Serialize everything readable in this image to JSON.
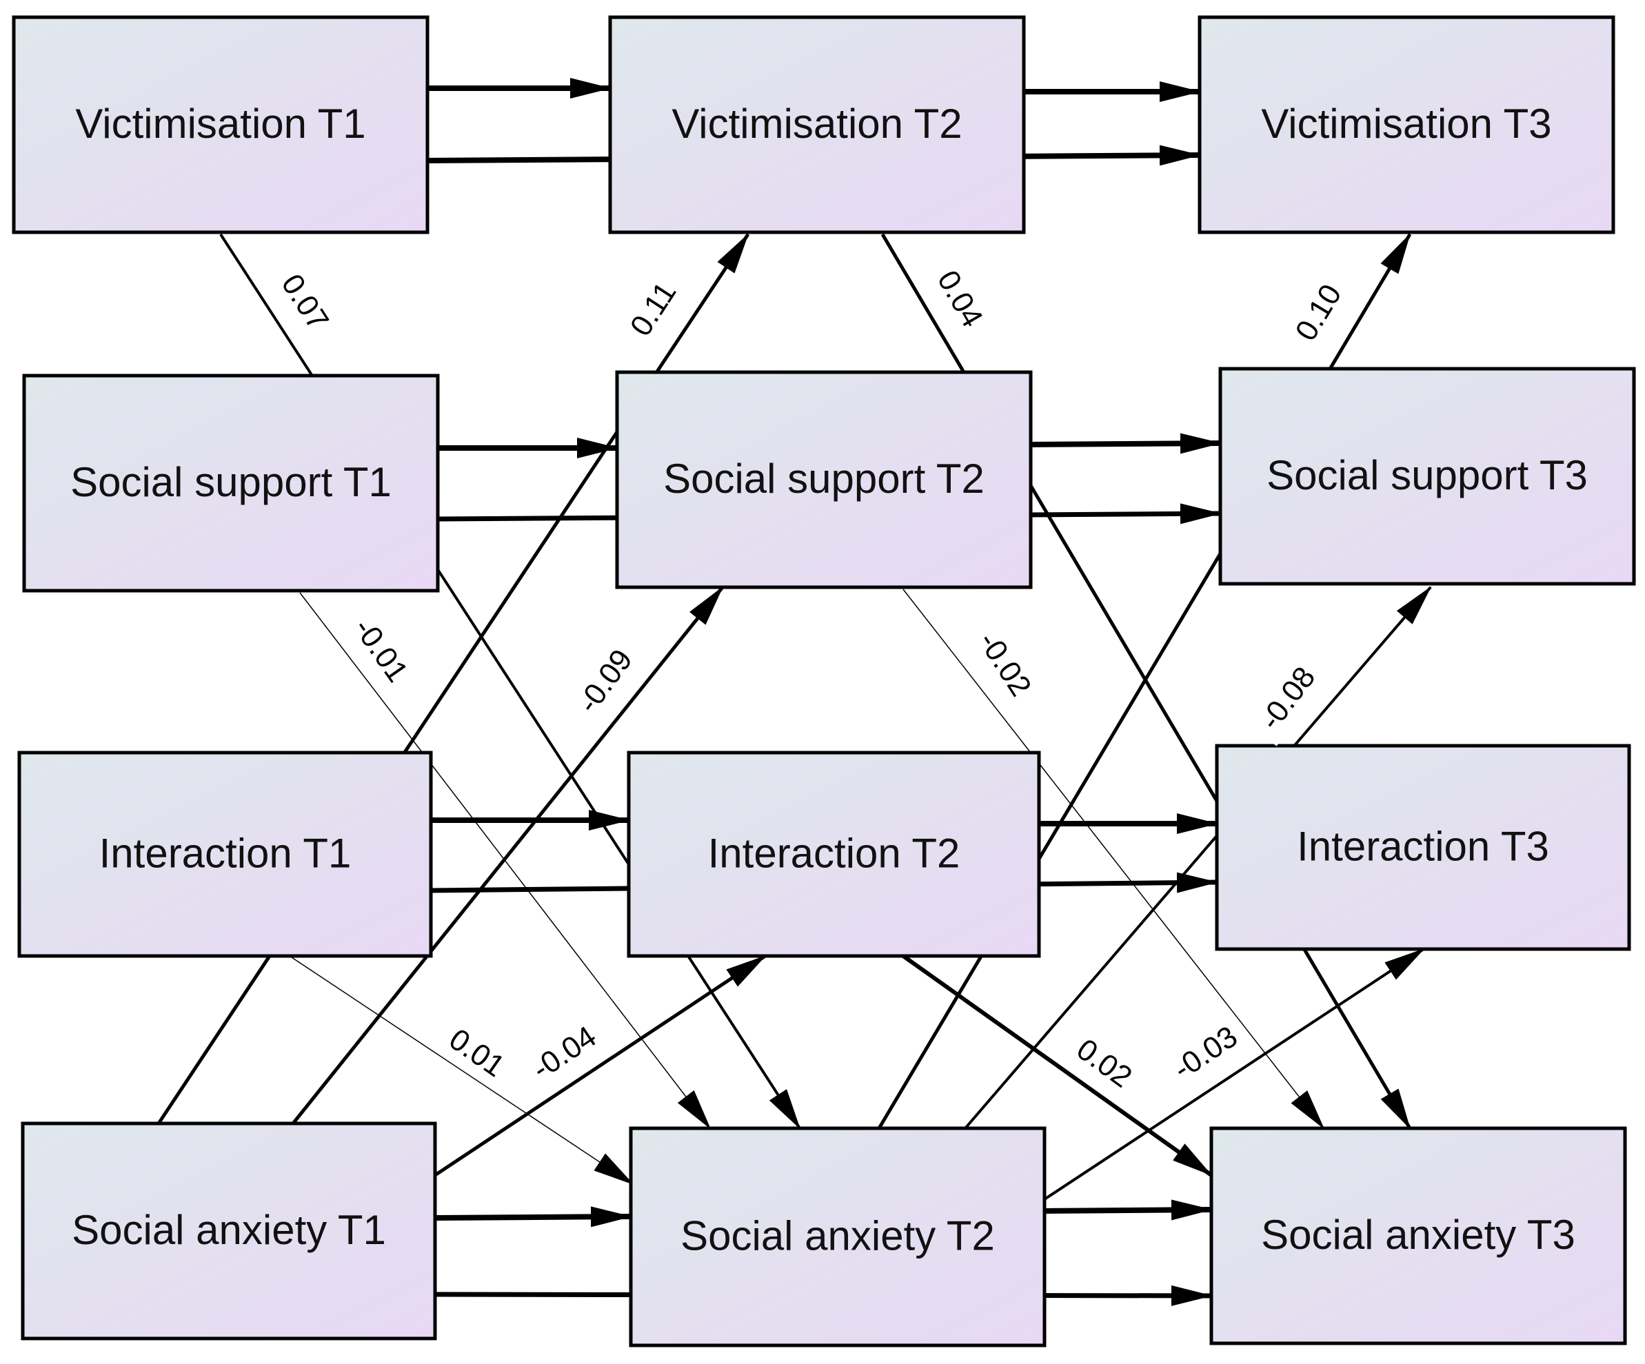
{
  "diagram": {
    "node_fill_start": "#dfe8ec",
    "node_fill_end": "#e8d8f4",
    "stroke_color": "#000000",
    "nodes": [
      {
        "id": "victimisation-t1",
        "label": "Victimisation T1"
      },
      {
        "id": "victimisation-t2",
        "label": "Victimisation T2"
      },
      {
        "id": "victimisation-t3",
        "label": "Victimisation T3"
      },
      {
        "id": "social-support-t1",
        "label": "Social support T1"
      },
      {
        "id": "social-support-t2",
        "label": "Social support T2"
      },
      {
        "id": "social-support-t3",
        "label": "Social support T3"
      },
      {
        "id": "interaction-t1",
        "label": "Interaction T1"
      },
      {
        "id": "interaction-t2",
        "label": "Interaction T2"
      },
      {
        "id": "interaction-t3",
        "label": "Interaction T3"
      },
      {
        "id": "social-anxiety-t1",
        "label": "Social anxiety T1"
      },
      {
        "id": "social-anxiety-t2",
        "label": "Social anxiety T2"
      },
      {
        "id": "social-anxiety-t3",
        "label": "Social anxiety T3"
      }
    ],
    "edges": [
      {
        "from": "victimisation-t1",
        "to": "victimisation-t2",
        "label": ""
      },
      {
        "from": "victimisation-t1",
        "to": "victimisation-t3",
        "label": ""
      },
      {
        "from": "victimisation-t2",
        "to": "victimisation-t3",
        "label": ""
      },
      {
        "from": "social-support-t1",
        "to": "social-support-t2",
        "label": ""
      },
      {
        "from": "social-support-t1",
        "to": "social-support-t3",
        "label": ""
      },
      {
        "from": "social-support-t2",
        "to": "social-support-t3",
        "label": ""
      },
      {
        "from": "interaction-t1",
        "to": "interaction-t2",
        "label": ""
      },
      {
        "from": "interaction-t1",
        "to": "interaction-t3",
        "label": ""
      },
      {
        "from": "interaction-t2",
        "to": "interaction-t3",
        "label": ""
      },
      {
        "from": "social-anxiety-t1",
        "to": "social-anxiety-t2",
        "label": ""
      },
      {
        "from": "social-anxiety-t1",
        "to": "social-anxiety-t3",
        "label": ""
      },
      {
        "from": "social-anxiety-t2",
        "to": "social-anxiety-t3",
        "label": ""
      },
      {
        "from": "victimisation-t1",
        "to": "social-anxiety-t2",
        "label": "0.07"
      },
      {
        "from": "social-anxiety-t1",
        "to": "victimisation-t2",
        "label": "0.11"
      },
      {
        "from": "victimisation-t2",
        "to": "social-anxiety-t3",
        "label": "0.04"
      },
      {
        "from": "social-anxiety-t2",
        "to": "victimisation-t3",
        "label": "0.10"
      },
      {
        "from": "social-support-t1",
        "to": "social-anxiety-t2",
        "label": "-0.01"
      },
      {
        "from": "social-anxiety-t1",
        "to": "social-support-t2",
        "label": "-0.09"
      },
      {
        "from": "social-support-t2",
        "to": "social-anxiety-t3",
        "label": "-0.02"
      },
      {
        "from": "social-anxiety-t2",
        "to": "social-support-t3",
        "label": "-0.08"
      },
      {
        "from": "interaction-t1",
        "to": "social-anxiety-t2",
        "label": "0.01"
      },
      {
        "from": "social-anxiety-t1",
        "to": "interaction-t2",
        "label": "-0.04"
      },
      {
        "from": "interaction-t2",
        "to": "social-anxiety-t3",
        "label": "0.02"
      },
      {
        "from": "social-anxiety-t2",
        "to": "interaction-t3",
        "label": "-0.03"
      }
    ]
  }
}
